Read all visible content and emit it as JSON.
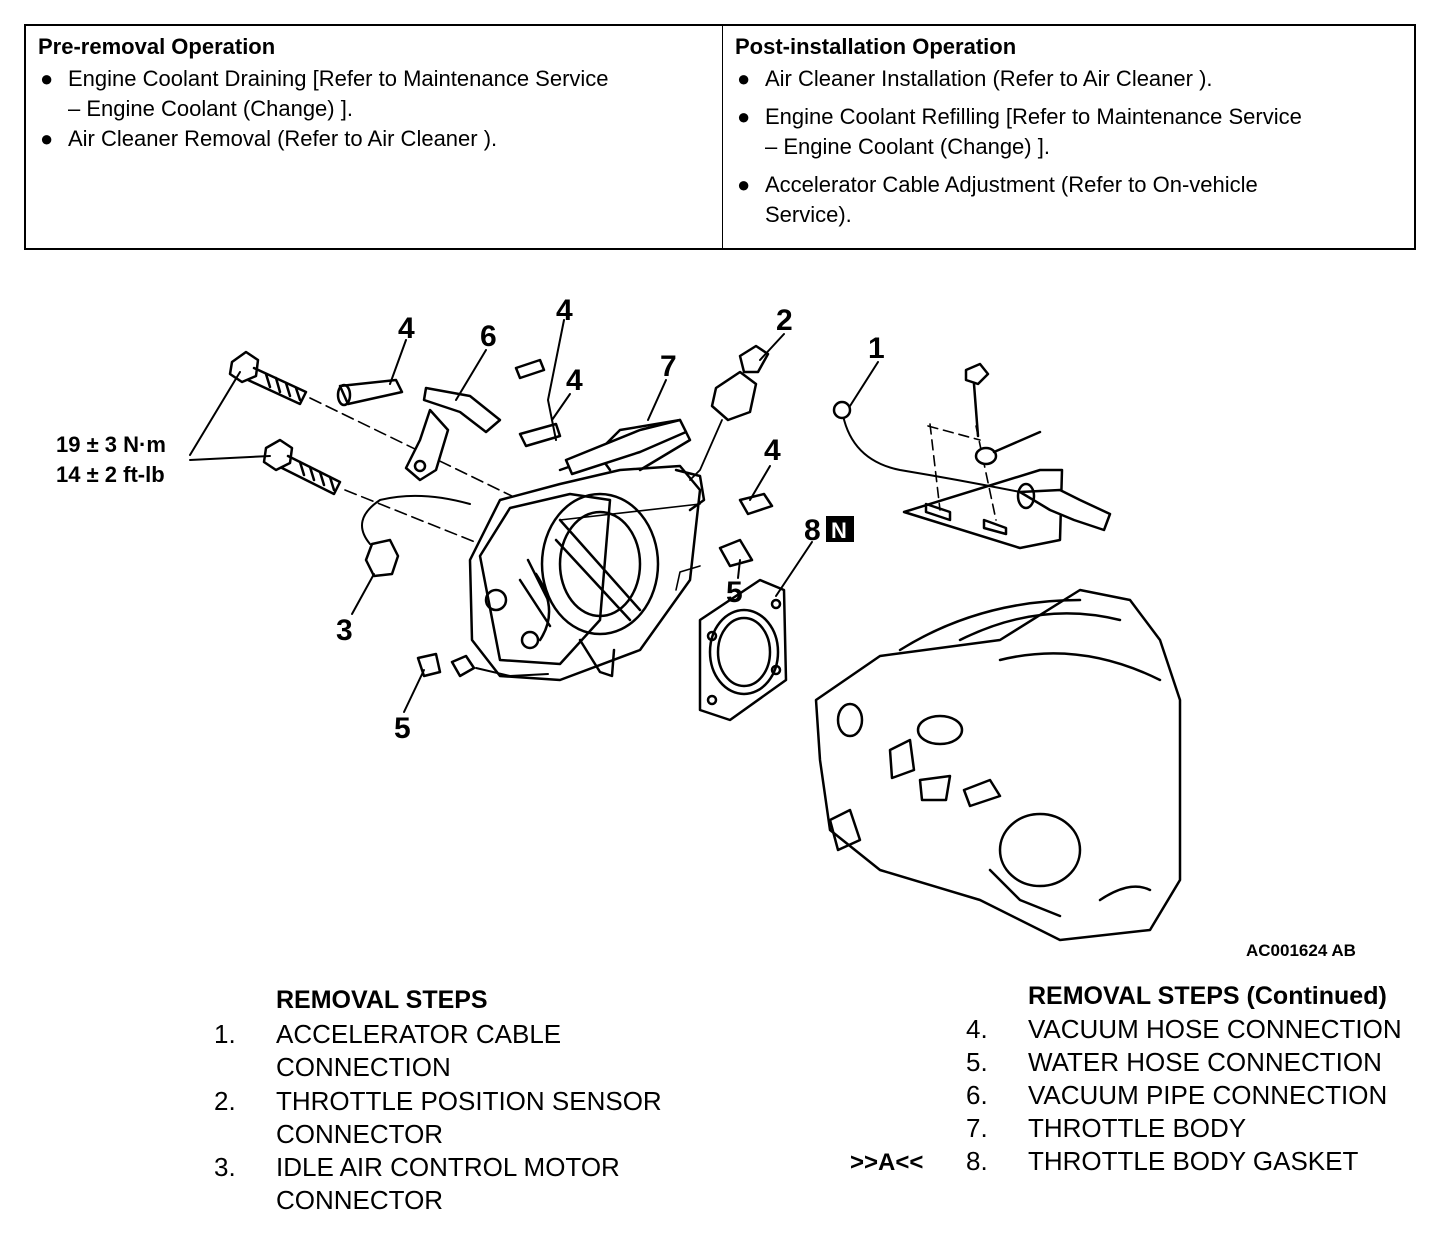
{
  "pre_removal": {
    "heading": "Pre-removal Operation",
    "items": [
      {
        "line1": "Engine Coolant Draining [Refer to Maintenance Service",
        "line2": "– Engine Coolant (Change) ]."
      },
      {
        "line1": "Air Cleaner Removal (Refer to Air Cleaner ).",
        "line2": ""
      }
    ]
  },
  "post_installation": {
    "heading": "Post-installation Operation",
    "items": [
      {
        "line1": "Air Cleaner Installation (Refer to  Air Cleaner ).",
        "line2": ""
      },
      {
        "line1": "Engine Coolant Refilling [Refer to  Maintenance Service",
        "line2": "– Engine Coolant (Change) ]."
      },
      {
        "line1": "Accelerator Cable Adjustment (Refer to  On-vehicle",
        "line2": "Service)."
      }
    ]
  },
  "diagram": {
    "torque_line1": "19 ± 3 N·m",
    "torque_line2": "14 ± 2 ft-lb",
    "figure_id": "AC001624 AB",
    "callouts": [
      "1",
      "2",
      "3",
      "4",
      "4",
      "4",
      "4",
      "5",
      "5",
      "6",
      "7",
      "8"
    ],
    "new_part_mark": "N"
  },
  "removal_steps": {
    "heading": "REMOVAL STEPS",
    "steps": [
      {
        "num": "1.",
        "line1": "ACCELERATOR CABLE",
        "line2": "CONNECTION"
      },
      {
        "num": "2.",
        "line1": "THROTTLE POSITION SENSOR",
        "line2": "CONNECTOR"
      },
      {
        "num": "3.",
        "line1": "IDLE AIR CONTROL MOTOR",
        "line2": "CONNECTOR"
      }
    ]
  },
  "removal_steps_continued": {
    "heading": "REMOVAL STEPS (Continued)",
    "steps": [
      {
        "num": "4.",
        "text": "VACUUM HOSE CONNECTION",
        "mark": ""
      },
      {
        "num": "5.",
        "text": "WATER HOSE CONNECTION",
        "mark": ""
      },
      {
        "num": "6.",
        "text": "VACUUM PIPE CONNECTION",
        "mark": ""
      },
      {
        "num": "7.",
        "text": "THROTTLE BODY",
        "mark": ""
      },
      {
        "num": "8.",
        "text": "THROTTLE BODY GASKET",
        "mark": ">>A<<"
      }
    ]
  }
}
